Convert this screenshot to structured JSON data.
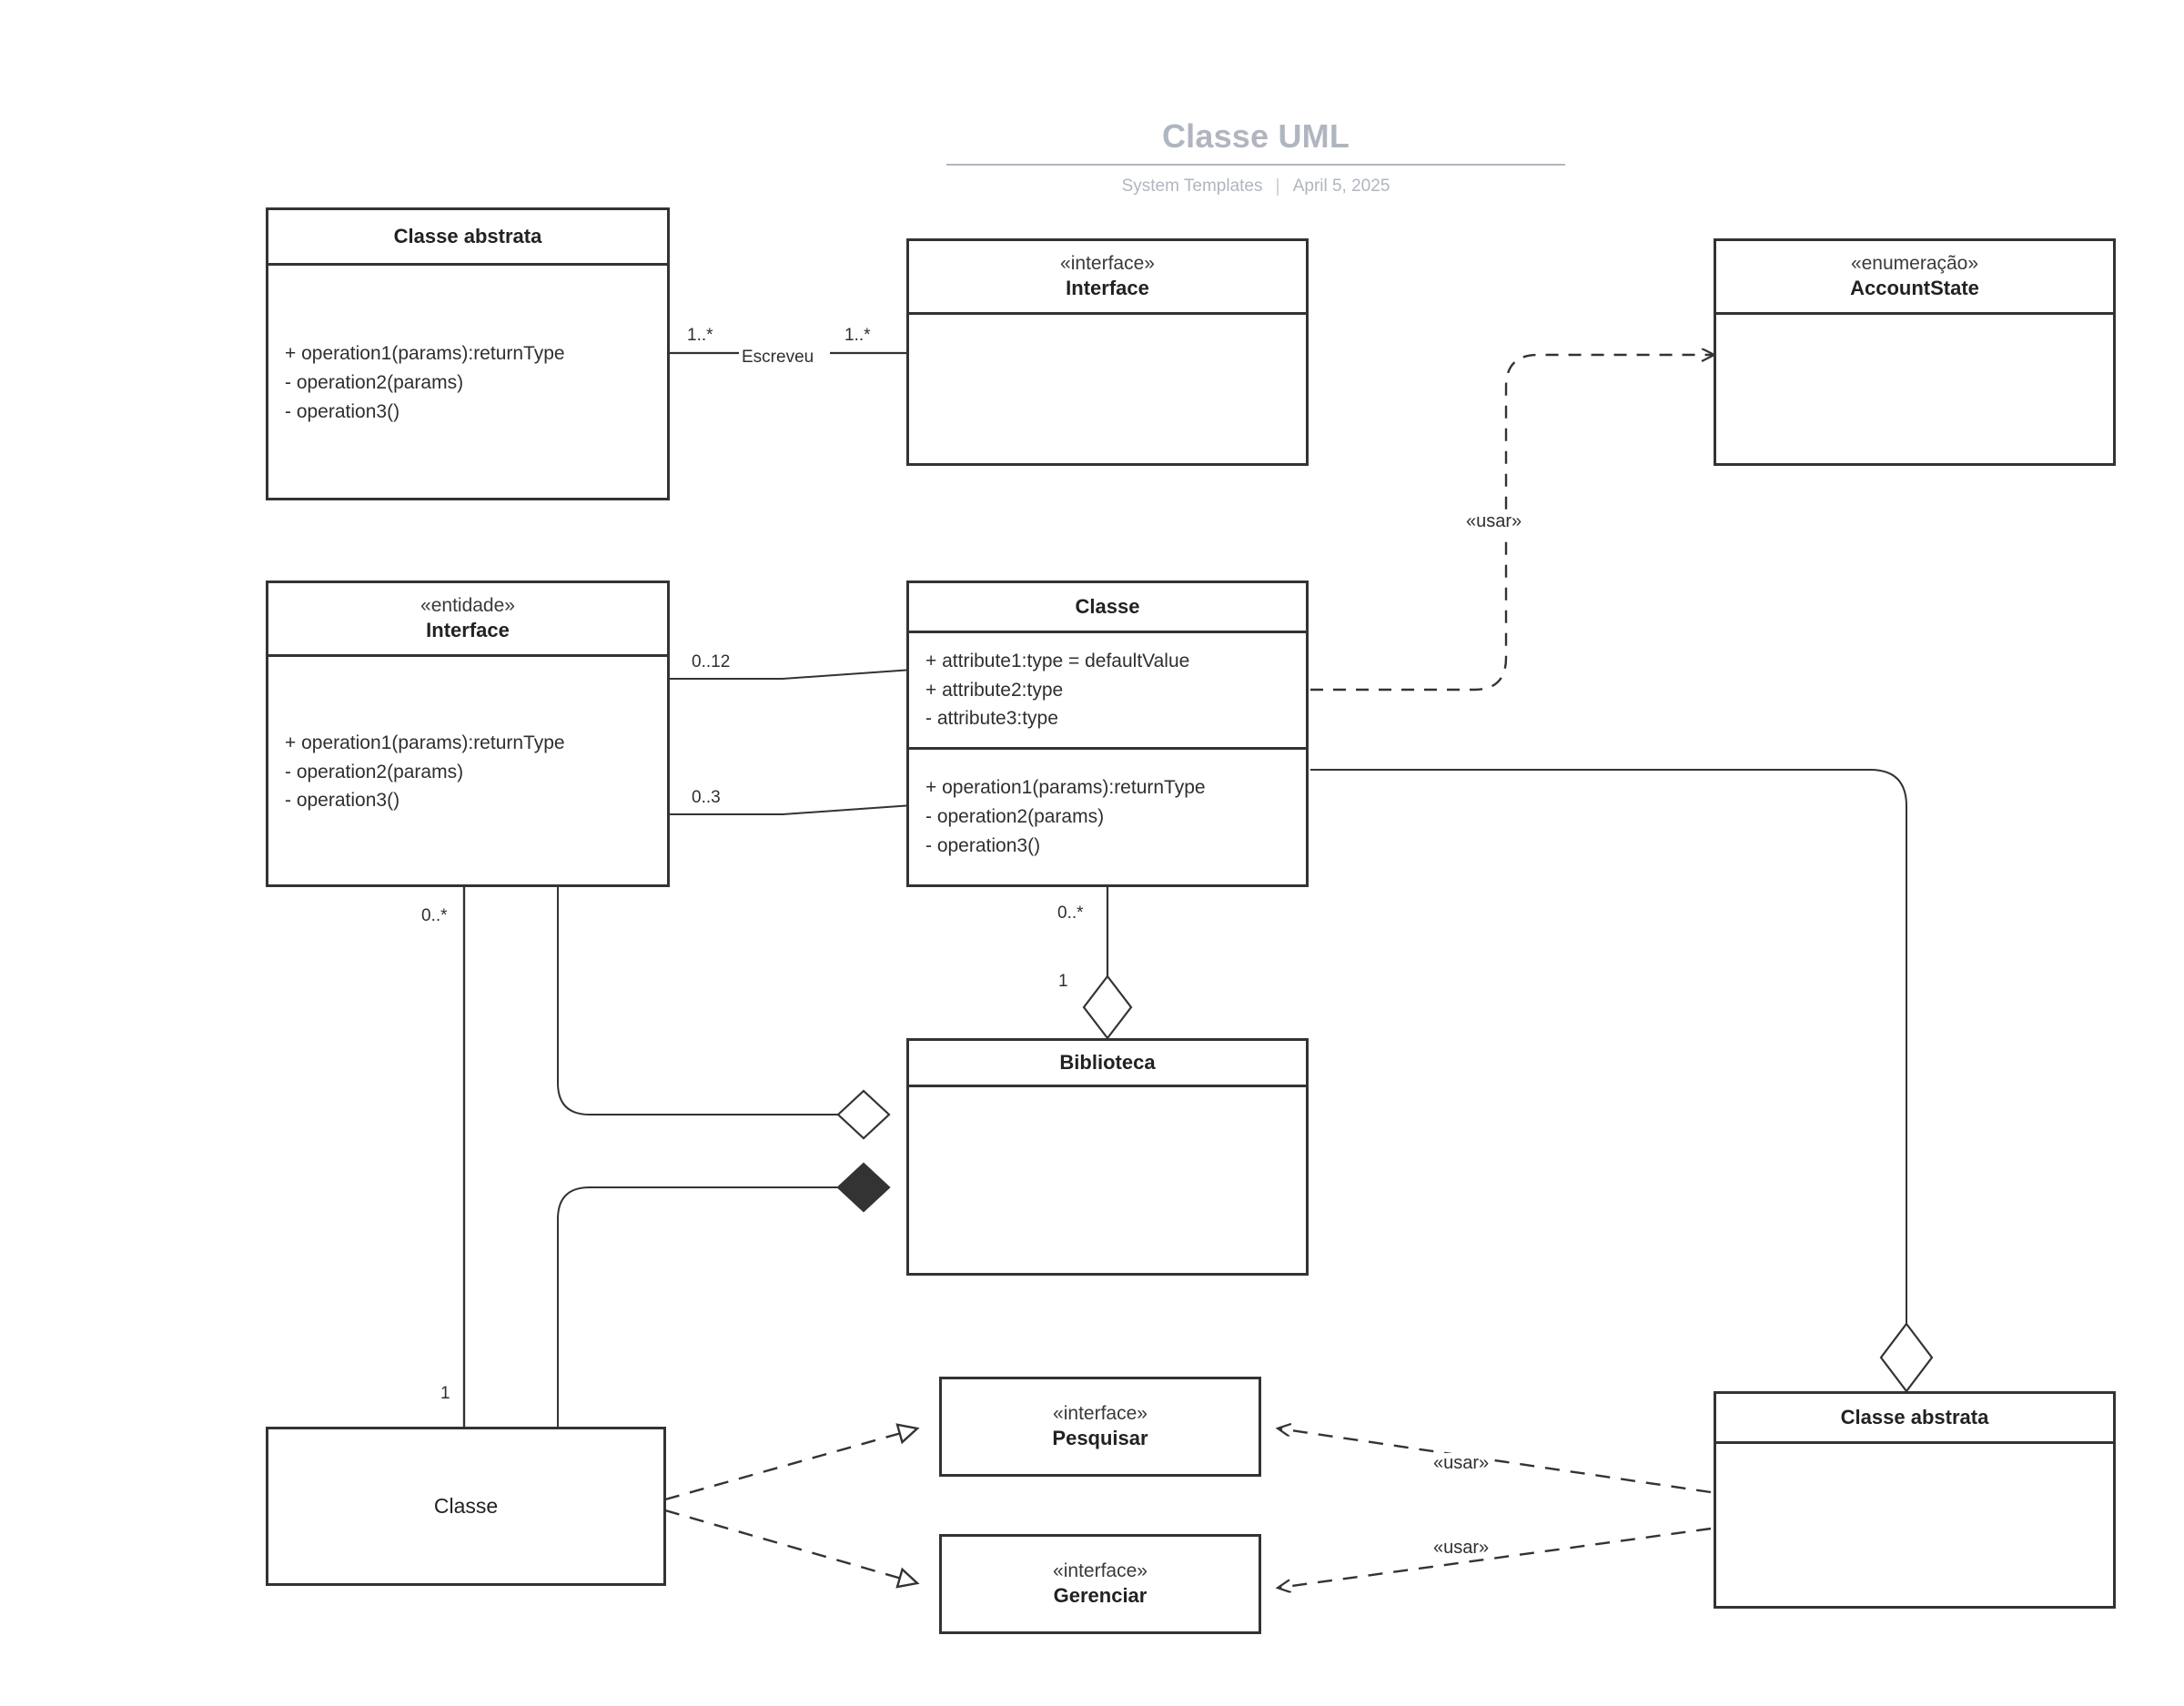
{
  "header": {
    "title": "Classe UML",
    "author": "System Templates",
    "separator": "|",
    "date": "April 5, 2025",
    "title_color": "#b0b6c0"
  },
  "theme": {
    "stroke": "#333333",
    "fill": "#ffffff",
    "text": "#2b2b2b"
  },
  "nodes": {
    "abstract_top_left": {
      "name": "Classe abstrata",
      "members": [
        "+ operation1(params):returnType",
        "- operation2(params)",
        "- operation3()"
      ]
    },
    "interface_top": {
      "stereotype": "«interface»",
      "name": "Interface"
    },
    "enumeration": {
      "stereotype": "«enumeração»",
      "name": "AccountState"
    },
    "entity_interface": {
      "stereotype": "«entidade»",
      "name": "Interface",
      "members": [
        "+ operation1(params):returnType",
        "- operation2(params)",
        "- operation3()"
      ]
    },
    "classe_center": {
      "name": "Classe",
      "attributes": [
        "+ attribute1:type = defaultValue",
        "+ attribute2:type",
        "- attribute3:type"
      ],
      "operations": [
        "+ operation1(params):returnType",
        "- operation2(params)",
        "- operation3()"
      ]
    },
    "biblioteca": {
      "name": "Biblioteca"
    },
    "classe_bottom_left": {
      "name": "Classe"
    },
    "interface_pesquisar": {
      "stereotype": "«interface»",
      "name": "Pesquisar"
    },
    "interface_gerenciar": {
      "stereotype": "«interface»",
      "name": "Gerenciar"
    },
    "abstract_bottom_right": {
      "name": "Classe abstrata"
    }
  },
  "edges": {
    "escreveu_left_mult": "1..*",
    "escreveu_name": "Escreveu",
    "escreveu_right_mult": "1..*",
    "usar_enum": "«usar»",
    "entity_class_mult_a": "0..12",
    "entity_class_mult_b": "0..3",
    "entity_bottom_mult": "0..*",
    "entity_bottom_mult_2": "1",
    "classe_biblioteca_mult": "0..*",
    "biblioteca_mult": "1",
    "usar_pesquisar": "«usar»",
    "usar_gerenciar": "«usar»"
  }
}
